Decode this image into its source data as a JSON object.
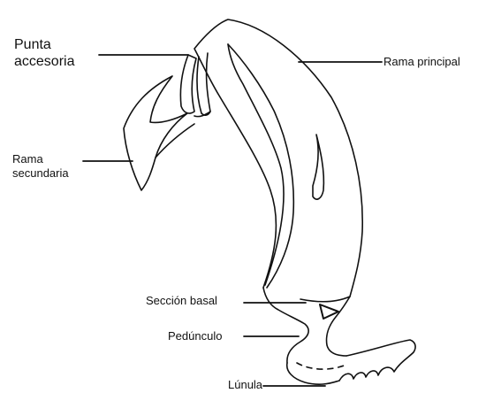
{
  "labels": {
    "punta_accesoria": [
      "Punta",
      "accesoria"
    ],
    "rama_principal": "Rama principal",
    "rama_secundaria": [
      "Rama",
      "secundaria"
    ],
    "seccion_basal": "Sección basal",
    "pedunculo": "Pedúnculo",
    "lunula": "Lúnula"
  },
  "colors": {
    "ink": "#111111",
    "background": "#ffffff"
  }
}
